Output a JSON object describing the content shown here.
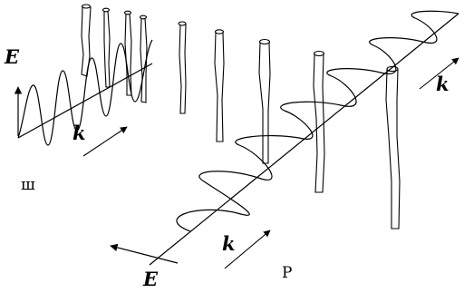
{
  "labels": {
    "e_top": "E",
    "k_left": "k",
    "panel_left": "ш",
    "k_right": "k",
    "k_bottom": "k",
    "e_bottom": "E",
    "panel_bottom": "Р"
  },
  "colors": {
    "ink": "#000000",
    "background": "#ffffff"
  }
}
